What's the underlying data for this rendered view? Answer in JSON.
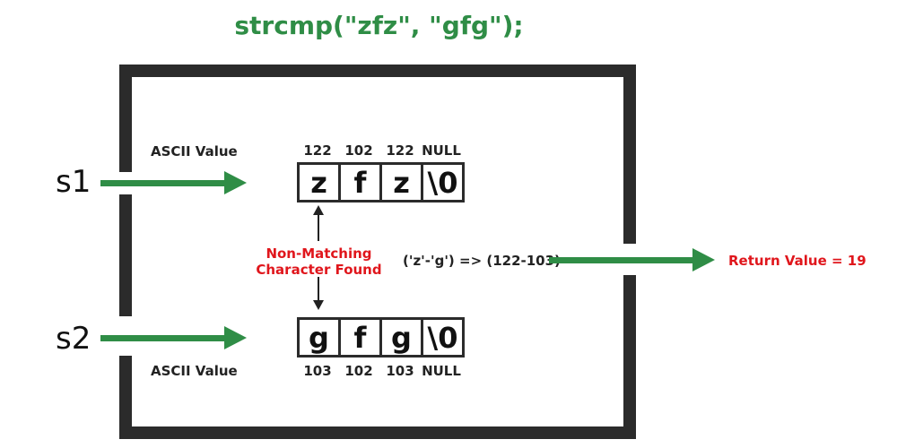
{
  "title": "strcmp(\"zfz\", \"gfg\");",
  "colors": {
    "green": "#2f8d46",
    "red": "#e0161c",
    "dark": "#2b2b2b"
  },
  "s1": {
    "label": "s1",
    "ascii_label": "ASCII Value",
    "chars": [
      "z",
      "f",
      "z",
      "\\0"
    ],
    "ascii": [
      "122",
      "102",
      "122",
      "NULL"
    ]
  },
  "s2": {
    "label": "s2",
    "ascii_label": "ASCII Value",
    "chars": [
      "g",
      "f",
      "g",
      "\\0"
    ],
    "ascii": [
      "103",
      "102",
      "103",
      "NULL"
    ]
  },
  "mismatch": {
    "line1": "Non-Matching",
    "line2": "Character Found"
  },
  "calculation": "('z'-'g') => (122-103)",
  "return_value": "Return Value = 19"
}
